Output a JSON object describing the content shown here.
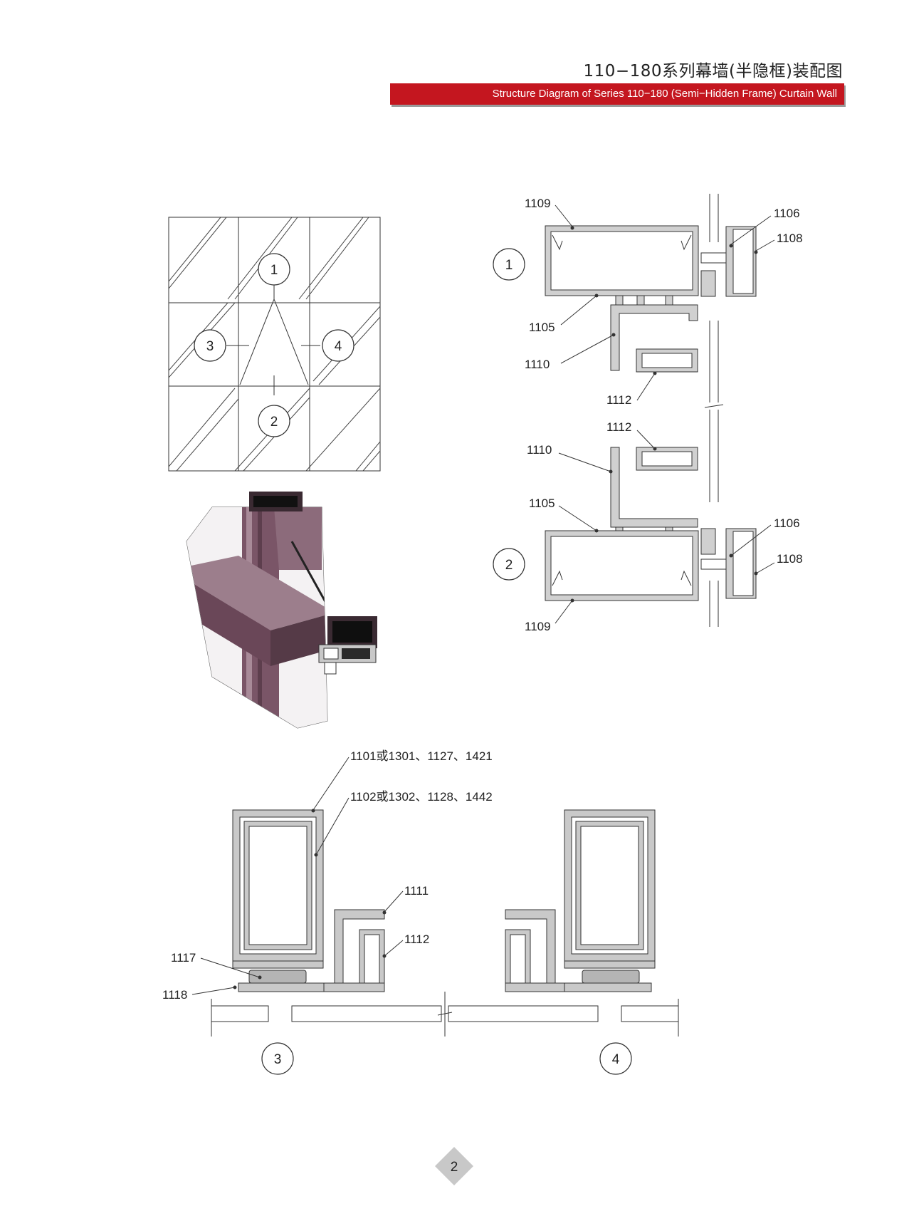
{
  "header": {
    "title_cn": "110−180系列幕墙(半隐框)装配图",
    "title_en": "Structure Diagram of Series 110−180 (Semi−Hidden Frame) Curtain Wall"
  },
  "elevation": {
    "markers": [
      "1",
      "2",
      "3",
      "4"
    ]
  },
  "section_12": {
    "marker_1": "1",
    "marker_2": "2",
    "labels": {
      "p1109a": "1109",
      "p1106a": "1106",
      "p1108a": "1108",
      "p1105a": "1105",
      "p1110a": "1110",
      "p1112a": "1112",
      "p1112b": "1112",
      "p1110b": "1110",
      "p1105b": "1105",
      "p1106b": "1106",
      "p1108b": "1108",
      "p1109b": "1109"
    }
  },
  "section_34": {
    "marker_3": "3",
    "marker_4": "4",
    "labels": {
      "p1101": "1101或1301、1127、1421",
      "p1102": "1102或1302、1128、1442",
      "p1111": "1111",
      "p1112": "1112",
      "p1117": "1117",
      "p1118": "1118"
    }
  },
  "footer": {
    "page_number": "2"
  },
  "colors": {
    "accent": "#c4161f",
    "profile": "#c9c9c9",
    "frame_3d": "#6e4a5c"
  }
}
